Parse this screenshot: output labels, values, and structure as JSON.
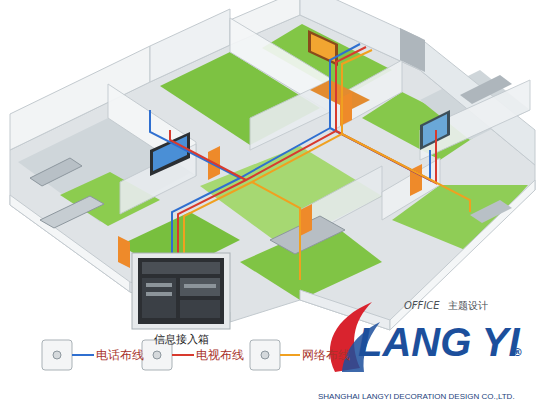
{
  "diagram": {
    "nodes": [
      {
        "text": [
          "信息接入箱"
        ]
      }
    ],
    "labels": [
      "OFFICE",
      "主题设计",
      "LANG YI",
      "®",
      "SHANGHAI LANGYI DECORATION DESIGN CO.,LTD."
    ],
    "legend": [
      {
        "text": "电话布线",
        "color": "#2f6fd0"
      },
      {
        "text": "电视布线",
        "color": "#d83a2e"
      },
      {
        "text": "网络布线",
        "color": "#f0a020"
      }
    ]
  }
}
